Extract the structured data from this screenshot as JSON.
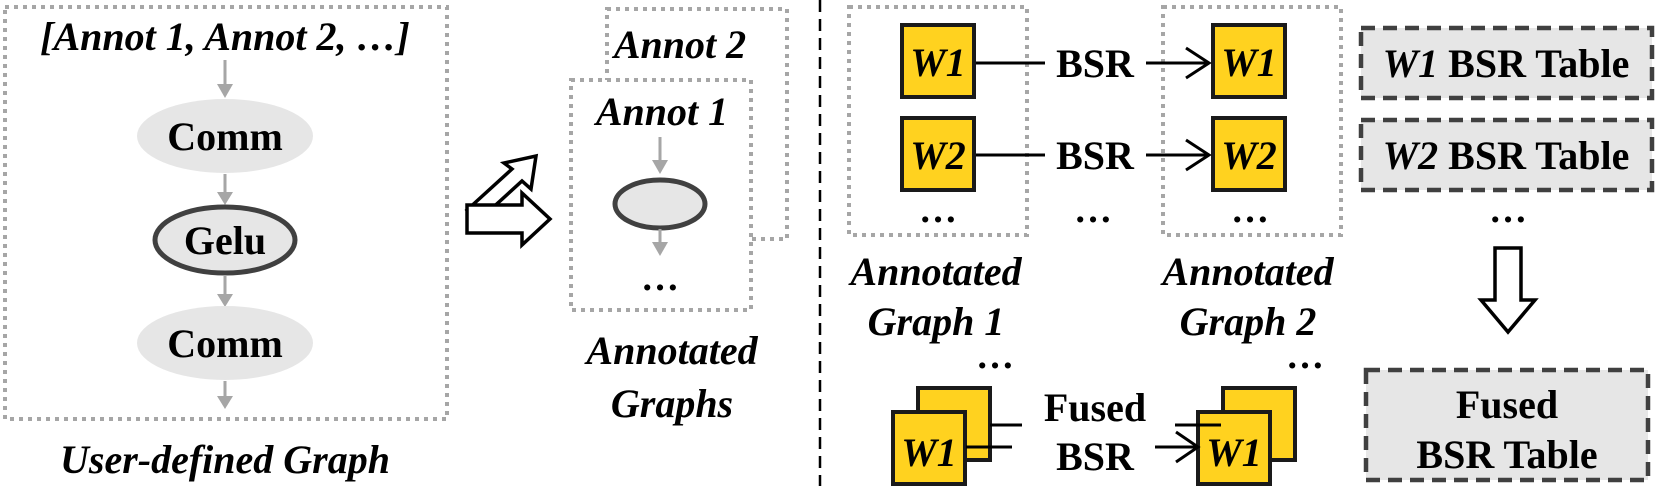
{
  "user_graph": {
    "annots_label": "[Annot 1, Annot 2, …]",
    "node_top": "Comm",
    "node_mid": "Gelu",
    "node_bottom": "Comm",
    "caption": "User-defined Graph"
  },
  "annotated_graphs": {
    "back_label": "Annot 2",
    "front_label": "Annot 1",
    "ellipsis": "…",
    "caption_line1": "Annotated",
    "caption_line2": "Graphs"
  },
  "bsr": {
    "w1": "W1",
    "w2": "W2",
    "bsr_label_1": "BSR",
    "bsr_label_2": "BSR",
    "ellipsis": "…",
    "graph1_line1": "Annotated",
    "graph1_line2": "Graph 1",
    "graph2_line1": "Annotated",
    "graph2_line2": "Graph 2",
    "fused_line1": "Fused",
    "fused_line2": "BSR"
  },
  "tables": {
    "w1_table_prefix": "W1",
    "w1_table_suffix": " BSR Table",
    "w2_table_prefix": "W2",
    "w2_table_suffix": " BSR Table",
    "ellipsis": "…",
    "fused_line1": "Fused",
    "fused_line2": "BSR Table"
  },
  "colors": {
    "w_block": "#ffd21f",
    "node_fill": "#e6e6e6",
    "dotted_border": "#a6a6a6",
    "dashed_border": "#404040"
  }
}
